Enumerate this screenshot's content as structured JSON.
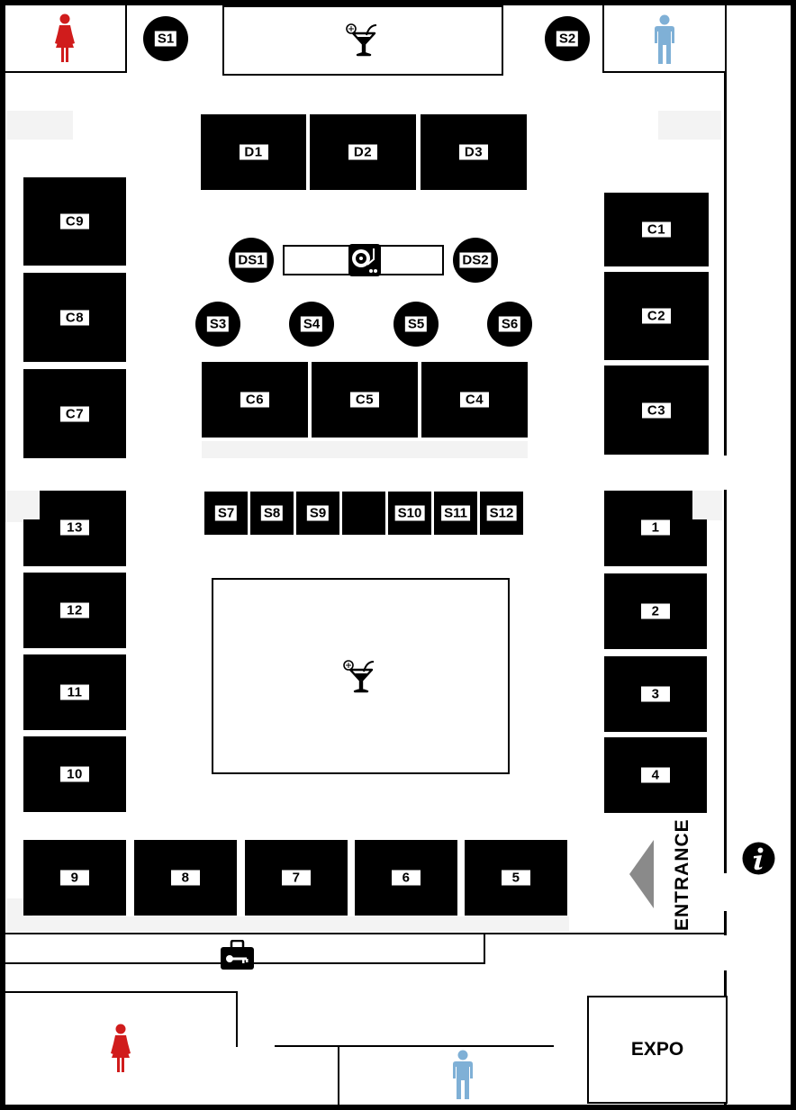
{
  "colors": {
    "women": "#d01c1c",
    "men": "#7fb0d6",
    "booth": "#000000",
    "aisle": "#f3f3f3"
  },
  "icons": {
    "restrooms": [
      "woman-icon",
      "man-icon"
    ],
    "bar": "cocktail-icon",
    "dj": "turntable-icon",
    "coat_check": "locker-key-icon",
    "info": "info-icon",
    "entrance_arrow": "arrow-left-icon"
  },
  "tables_d": [
    "D1",
    "D2",
    "D3"
  ],
  "tables_c": [
    "C1",
    "C2",
    "C3",
    "C4",
    "C5",
    "C6",
    "C7",
    "C8",
    "C9"
  ],
  "stands": [
    "S1",
    "S2",
    "S3",
    "S4",
    "S5",
    "S6",
    "S7",
    "S8",
    "S9",
    "S10",
    "S11",
    "S12"
  ],
  "dj_stands": [
    "DS1",
    "DS2"
  ],
  "booths": [
    "1",
    "2",
    "3",
    "4",
    "5",
    "6",
    "7",
    "8",
    "9",
    "10",
    "11",
    "12",
    "13"
  ],
  "entrance_label": "ENTRANCE",
  "expo_label": "EXPO"
}
